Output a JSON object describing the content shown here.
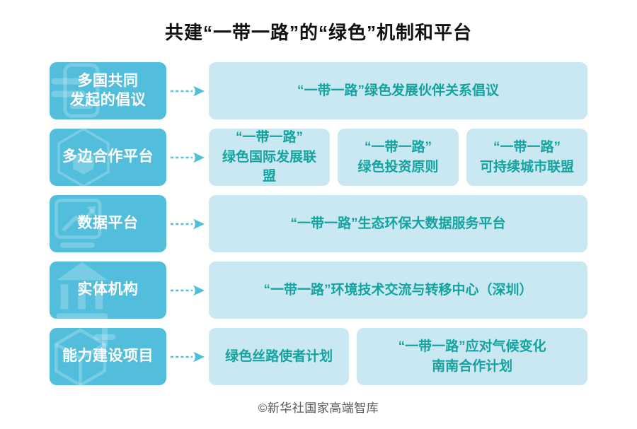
{
  "title": "共建“一带一路”的“绿色”机制和平台",
  "footer": "©新华社国家高端智库",
  "colors": {
    "category_box": "#52bedb",
    "item_box": "#c9e8f1",
    "item_text": "#14a39e",
    "arrow": "#4fc0da",
    "title_text": "#111111",
    "footer_text": "#595757"
  },
  "rows": [
    {
      "category": "多国共同\n发起的倡议",
      "icon": "document-icon",
      "items": [
        "“一带一路”绿色发展伙伴关系倡议"
      ]
    },
    {
      "category": "多边合作平台",
      "icon": "hexagon-network-icon",
      "items": [
        "“一带一路”\n绿色国际发展联盟",
        "“一带一路”\n绿色投资原则",
        "“一带一路”\n可持续城市联盟"
      ]
    },
    {
      "category": "数据平台",
      "icon": "data-chart-icon",
      "items": [
        "“一带一路”生态环保大数据服务平台"
      ]
    },
    {
      "category": "实体机构",
      "icon": "institution-building-icon",
      "items": [
        "“一带一路”环境技术交流与转移中心（深圳）"
      ]
    },
    {
      "category": "能力建设项目",
      "icon": "cube-plus-icon",
      "items": [
        "绿色丝路使者计划",
        "“一带一路”应对气候变化\n南南合作计划"
      ]
    }
  ]
}
